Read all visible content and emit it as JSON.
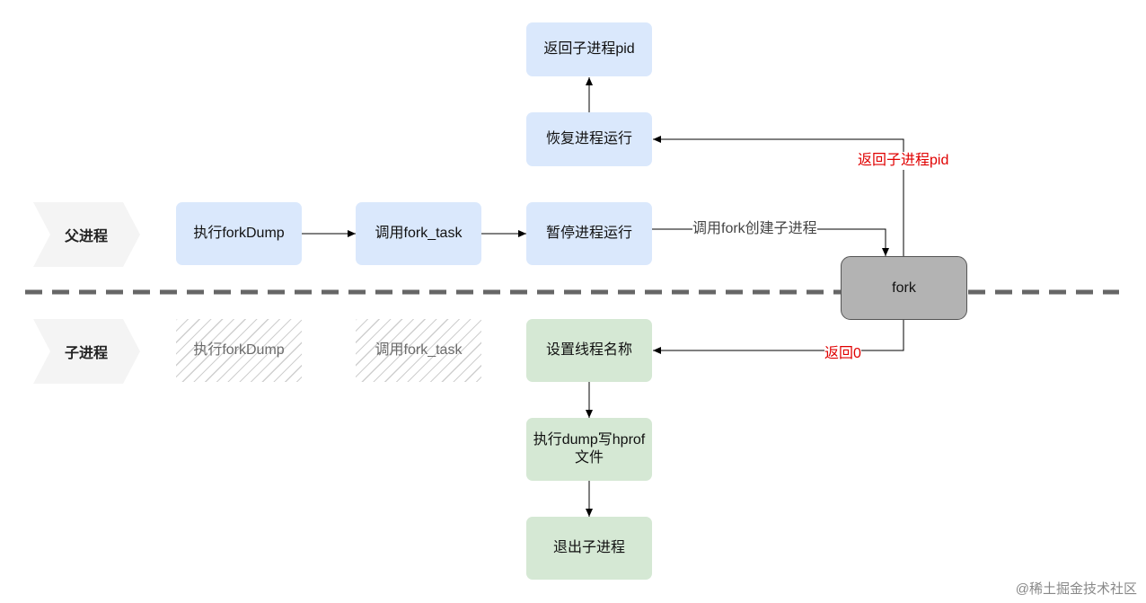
{
  "lanes": {
    "parent": "父进程",
    "child": "子进程"
  },
  "nodes": {
    "parent_fork_dump": "执行forkDump",
    "parent_call_fork_task": "调用fork_task",
    "pause_process": "暂停进程运行",
    "resume_process": "恢复进程运行",
    "return_child_pid": "返回子进程pid",
    "fork": "fork",
    "child_fork_dump": "执行forkDump",
    "child_call_fork_task": "调用fork_task",
    "set_thread_name": "设置线程名称",
    "dump_hprof_line1": "执行dump写hprof",
    "dump_hprof_line2": "文件",
    "exit_child": "退出子进程"
  },
  "edge_labels": {
    "call_fork": "调用fork创建子进程",
    "return_pid": "返回子进程pid",
    "return_zero": "返回0"
  },
  "colors": {
    "parent_node": "#dae8fc",
    "child_node": "#d5e8d4",
    "fork_node": "#b3b3b3",
    "return_label": "#e00000",
    "divider": "#666666"
  },
  "watermark": "@稀土掘金技术社区"
}
